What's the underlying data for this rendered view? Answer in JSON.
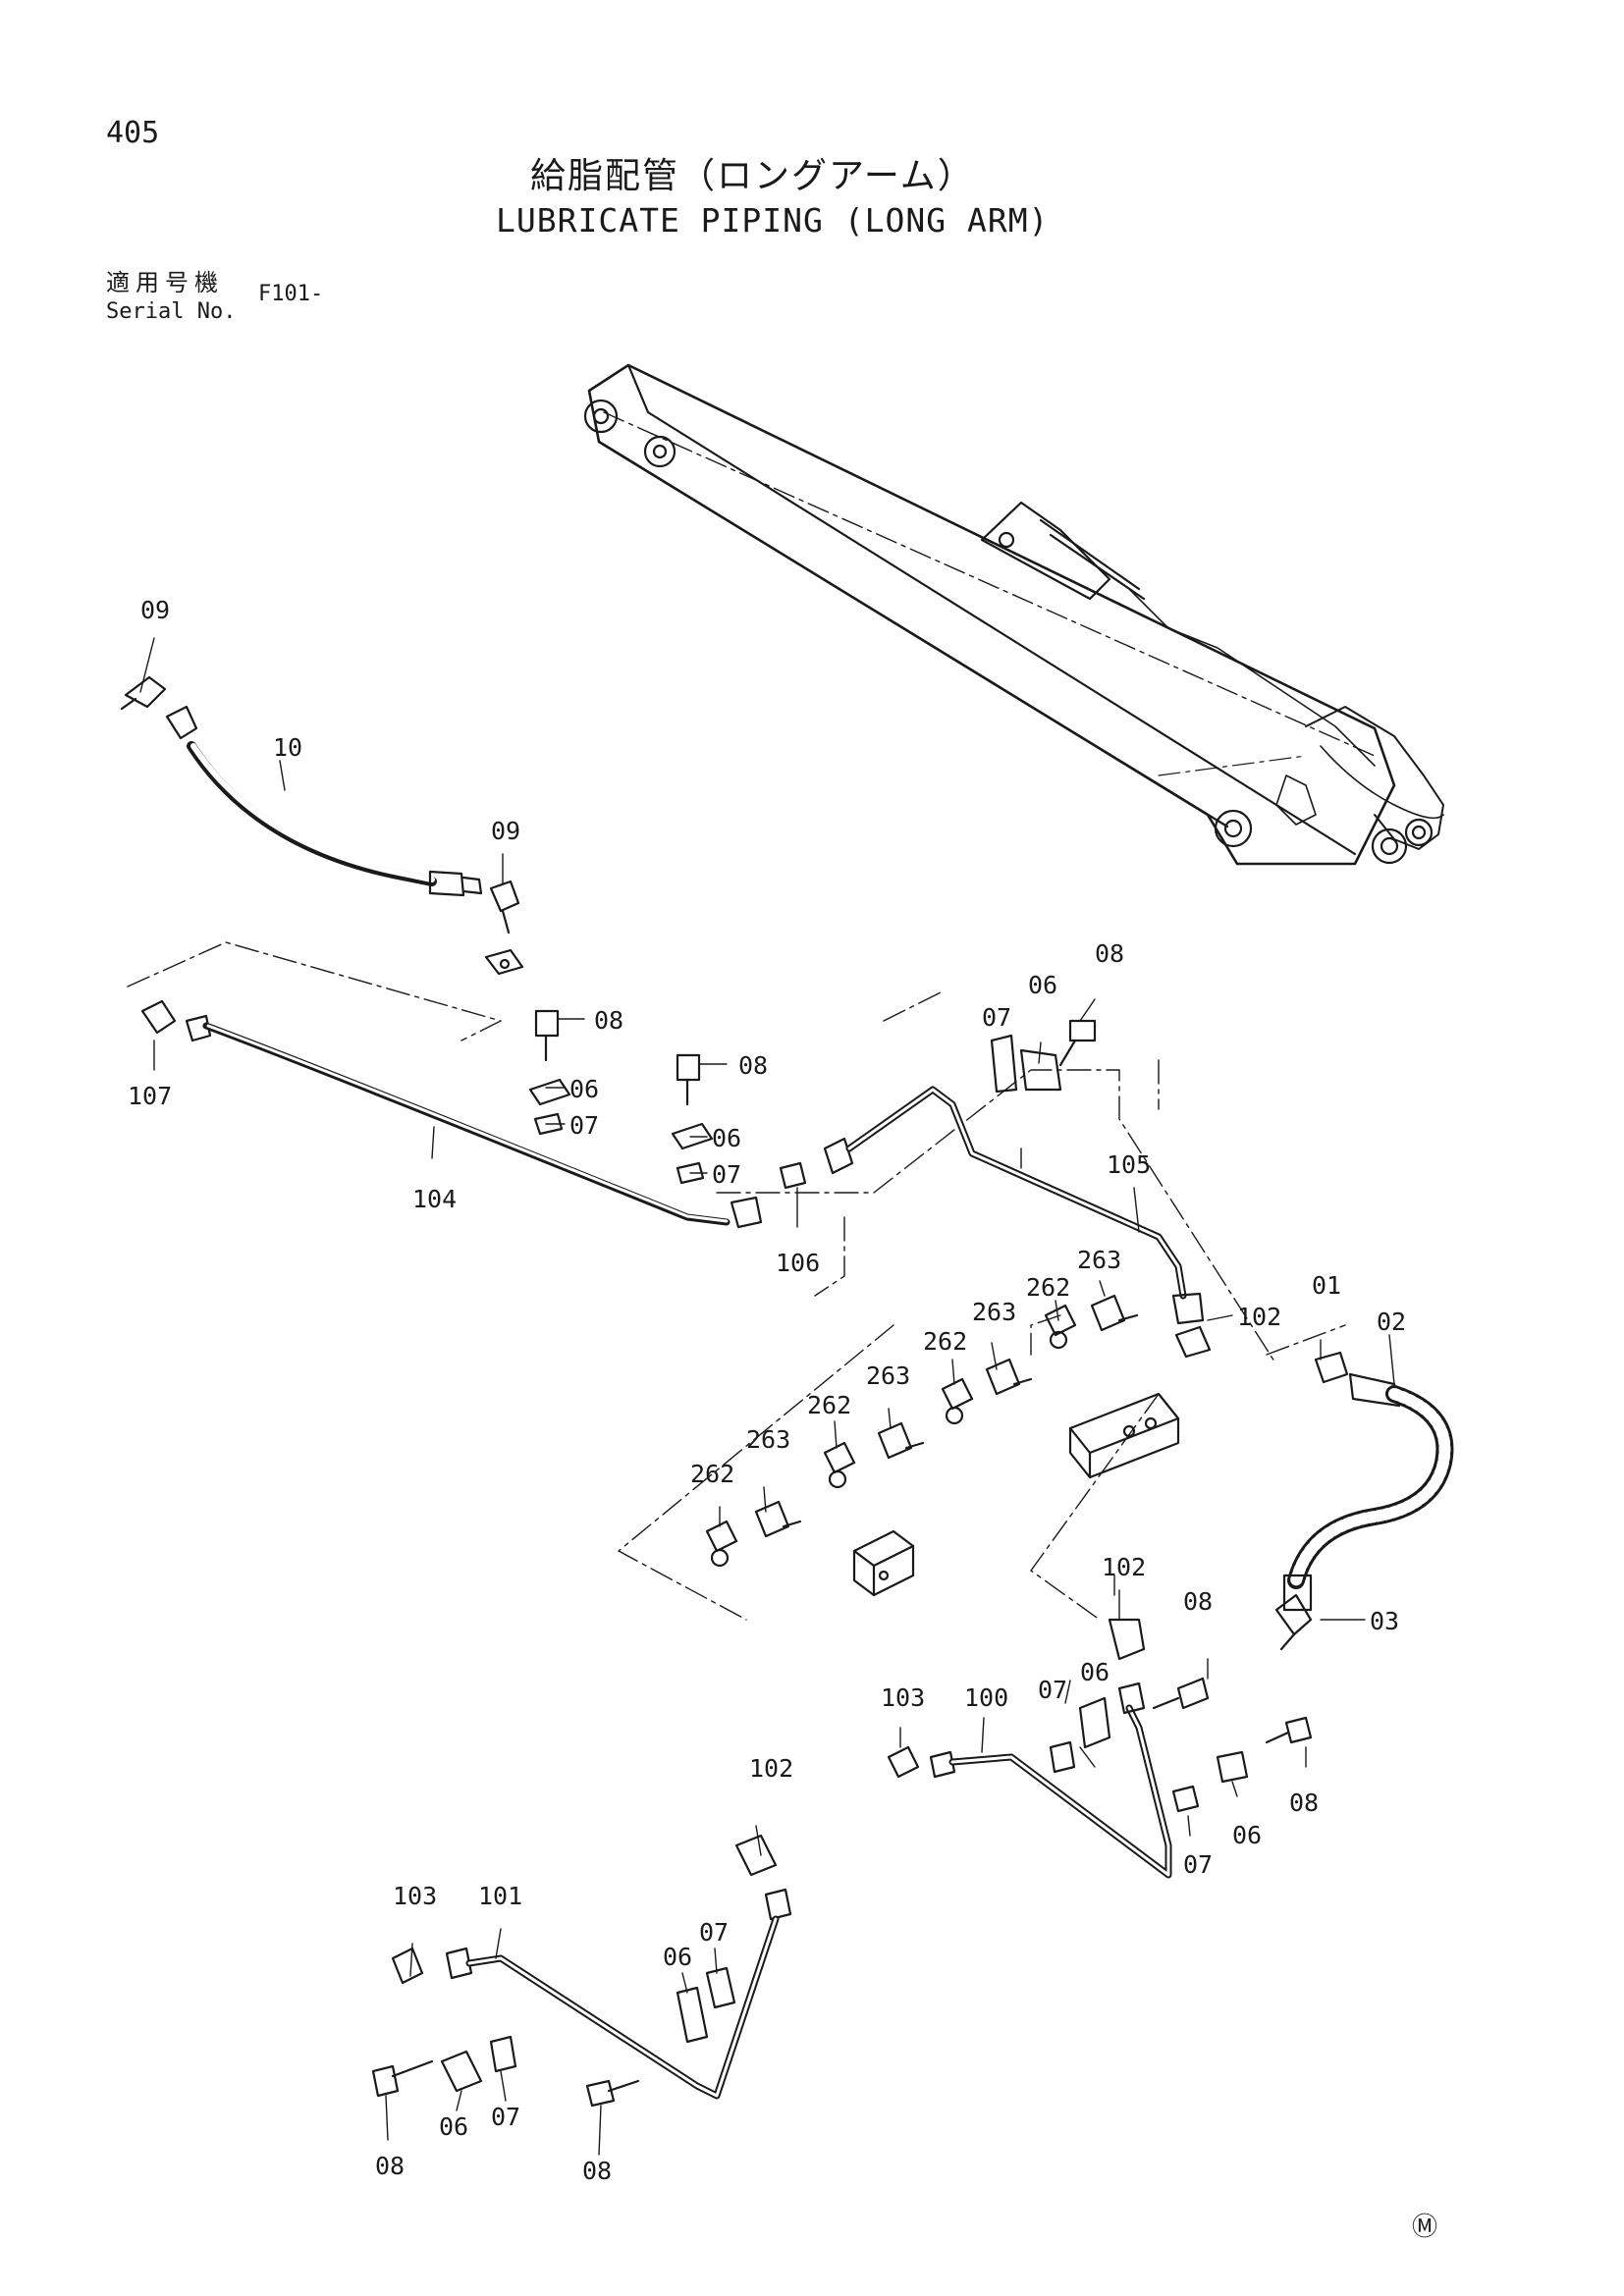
{
  "header": {
    "page_number": "405",
    "title_jp": "給脂配管（ロングアーム）",
    "title_en": "LUBRICATE PIPING (LONG ARM)",
    "serial_label_jp": "適用号機",
    "serial_label_en": "Serial No.",
    "serial_value": "F101-"
  },
  "footer": {
    "mark": "Ⓜ"
  },
  "colors": {
    "ink": "#1a1a1a",
    "background": "#ffffff"
  },
  "part_labels": [
    {
      "id": "l09a",
      "text": "09"
    },
    {
      "id": "l10",
      "text": "10"
    },
    {
      "id": "l09b",
      "text": "09"
    },
    {
      "id": "l107",
      "text": "107"
    },
    {
      "id": "l104",
      "text": "104"
    },
    {
      "id": "l08a",
      "text": "08"
    },
    {
      "id": "l06a",
      "text": "06"
    },
    {
      "id": "l07a",
      "text": "07"
    },
    {
      "id": "l08b",
      "text": "08"
    },
    {
      "id": "l06b",
      "text": "06"
    },
    {
      "id": "l07b",
      "text": "07"
    },
    {
      "id": "l106",
      "text": "106"
    },
    {
      "id": "l08c",
      "text": "08"
    },
    {
      "id": "l06c",
      "text": "06"
    },
    {
      "id": "l07c",
      "text": "07"
    },
    {
      "id": "l105",
      "text": "105"
    },
    {
      "id": "l263a",
      "text": "263"
    },
    {
      "id": "l262a",
      "text": "262"
    },
    {
      "id": "l102a",
      "text": "102"
    },
    {
      "id": "l01",
      "text": "01"
    },
    {
      "id": "l02",
      "text": "02"
    },
    {
      "id": "l263b",
      "text": "263"
    },
    {
      "id": "l262b",
      "text": "262"
    },
    {
      "id": "l263c",
      "text": "263"
    },
    {
      "id": "l262c",
      "text": "262"
    },
    {
      "id": "l263d",
      "text": "263"
    },
    {
      "id": "l262d",
      "text": "262"
    },
    {
      "id": "l102b",
      "text": "102"
    },
    {
      "id": "l03",
      "text": "03"
    },
    {
      "id": "l08d",
      "text": "08"
    },
    {
      "id": "l103a",
      "text": "103"
    },
    {
      "id": "l100",
      "text": "100"
    },
    {
      "id": "l07d",
      "text": "07"
    },
    {
      "id": "l06d",
      "text": "06"
    },
    {
      "id": "l08e",
      "text": "08"
    },
    {
      "id": "l06e",
      "text": "06"
    },
    {
      "id": "l07e",
      "text": "07"
    },
    {
      "id": "l102c",
      "text": "102"
    },
    {
      "id": "l103b",
      "text": "103"
    },
    {
      "id": "l101",
      "text": "101"
    },
    {
      "id": "l06f",
      "text": "06"
    },
    {
      "id": "l07f",
      "text": "07"
    },
    {
      "id": "l08f",
      "text": "08"
    },
    {
      "id": "l06g",
      "text": "06"
    },
    {
      "id": "l07g",
      "text": "07"
    },
    {
      "id": "l08g",
      "text": "08"
    }
  ]
}
